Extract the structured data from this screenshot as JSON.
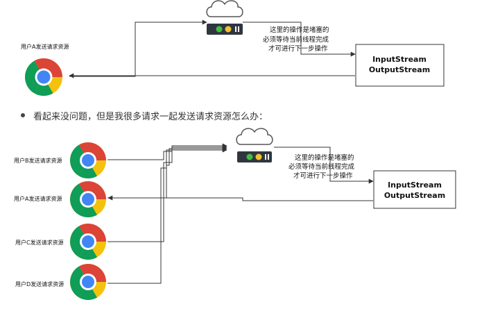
{
  "top_diagram": {
    "user_label": "用户A发送请求资源",
    "note_lines": [
      "这里的操作是堵塞的",
      "必须等待当前线程完成",
      "才可进行下一步操作"
    ],
    "box_lines": [
      "InputStream",
      "OutputStream"
    ]
  },
  "bullet": {
    "text": "看起来没问题，但是我很多请求一起发送请求资源怎么办："
  },
  "bottom_diagram": {
    "user_labels": [
      "用户B发送请求资源",
      "用户A发送请求资源",
      "用户C发送请求资源",
      "用户D发送请求资源"
    ],
    "note_lines": [
      "这里的操作是堵塞的",
      "必须等待当前线程完成",
      "才可进行下一步操作"
    ],
    "box_lines": [
      "InputStream",
      "OutputStream"
    ]
  },
  "colors": {
    "chrome_red": "#DB4437",
    "chrome_yellow": "#F4C20D",
    "chrome_green": "#0F9D58",
    "chrome_blue": "#4285F4",
    "server_dark": "#2f3640",
    "led_green": "#3fbf3f",
    "led_yellow": "#f2c230",
    "cloud_stroke": "#555555",
    "line": "#333333"
  },
  "icons": [
    "chrome-icon",
    "cloud-server-icon"
  ]
}
